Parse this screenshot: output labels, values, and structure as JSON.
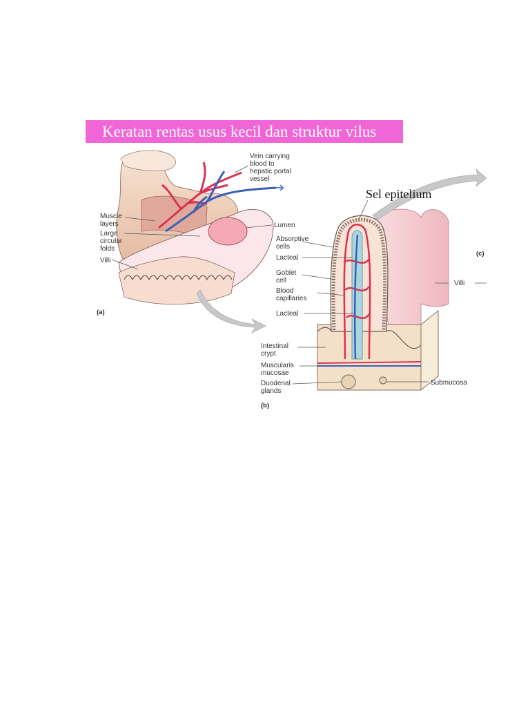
{
  "title": "Keratan rentas usus kecil dan struktur vilus",
  "colors": {
    "title_bg": "#f066d6",
    "title_text": "#ffffff",
    "artery": "#d8344f",
    "vein": "#3b5fb8",
    "tissue": "#f3d9c9",
    "villus": "#f6c9cf",
    "lacteal": "#a9d6de",
    "arrow": "#c8c8c8"
  },
  "panels": {
    "a": "(a)",
    "b": "(b)",
    "c": "(c)"
  },
  "labels": {
    "vein": [
      "Vein carrying",
      "blood to",
      "hepatic portal",
      "vessel"
    ],
    "sel_epitelium": "Sel epitelium",
    "muscle_layers": [
      "Muscle",
      "layers"
    ],
    "circular_folds": [
      "Large",
      "circular",
      "folds"
    ],
    "villi_a": "Villi",
    "lumen": "Lumen",
    "absorptive_cells": [
      "Absorptive",
      "cells"
    ],
    "lacteal_1": "Lacteal",
    "goblet_cell": [
      "Goblet",
      "cell"
    ],
    "blood_capillaries": [
      "Blood",
      "capillaries"
    ],
    "lacteal_2": "Lacteal",
    "intestinal_crypt": [
      "Intestinal",
      "crypt"
    ],
    "muscularis_mucosae": [
      "Muscularis",
      "mucosae"
    ],
    "duodenal_glands": [
      "Duodenal",
      "glands"
    ],
    "submucosa": "Submucosa",
    "villi_c": "Villi"
  }
}
